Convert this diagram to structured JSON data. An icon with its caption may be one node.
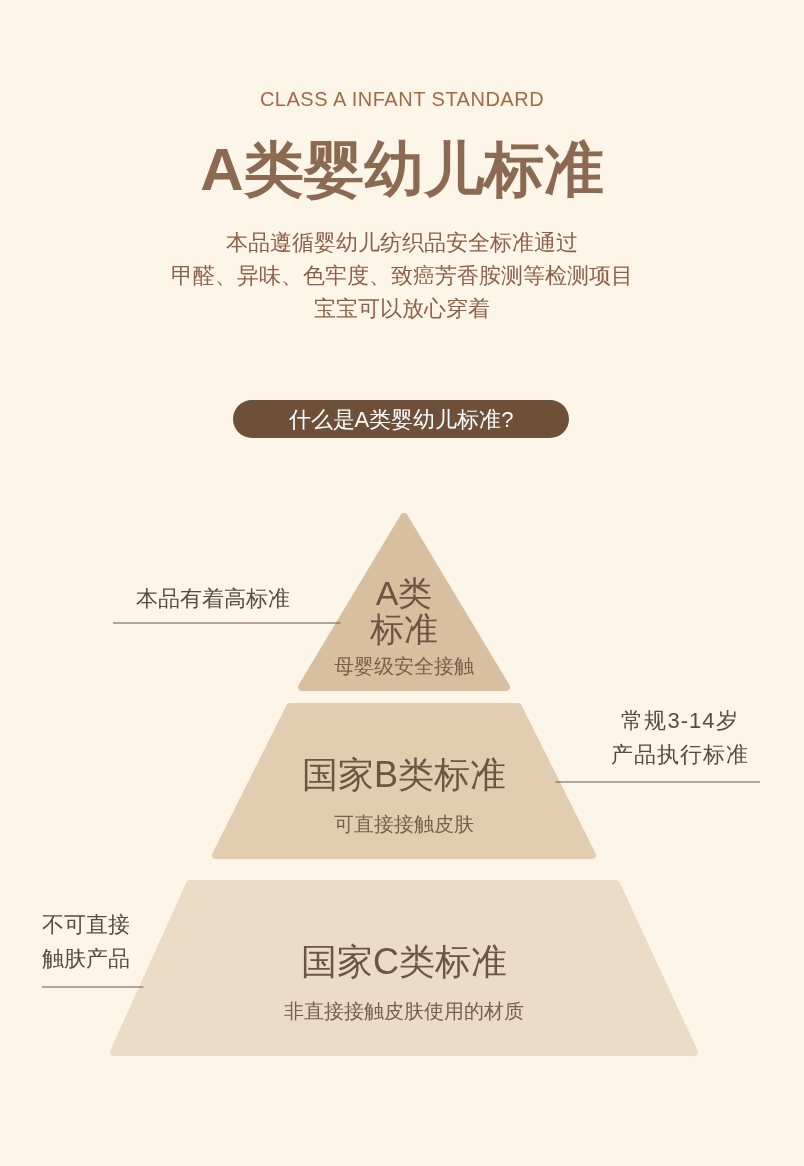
{
  "diagram": {
    "title": "A类婴幼儿标准",
    "nodes": [
      {
        "text": [
          "什么是A类婴幼儿标准?"
        ]
      },
      {
        "text": [
          "A类标准",
          "母婴级安全接触"
        ]
      },
      {
        "text": [
          "国家B类标准",
          "可直接接触皮肤"
        ]
      },
      {
        "text": [
          "国家C类标准",
          "非直接接触皮肤使用的材质"
        ]
      },
      {
        "text": [
          "本品有着高标准"
        ]
      },
      {
        "text": [
          "常规3-14岁产品执行标准"
        ]
      },
      {
        "text": [
          "不可直接触肤产品"
        ]
      }
    ],
    "edges": [
      {
        "from": 4,
        "to": 1,
        "arrow": "none"
      },
      {
        "from": 5,
        "to": 2,
        "arrow": "none"
      },
      {
        "from": 6,
        "to": 3,
        "arrow": "none"
      }
    ],
    "labels": [
      "CLASS A INFANT STANDARD",
      "本品遵循婴幼儿纺织品安全标准通过",
      "甲醛、异味、色牢度、致癌芳香胺测等检测项目",
      "宝宝可以放心穿着"
    ]
  }
}
